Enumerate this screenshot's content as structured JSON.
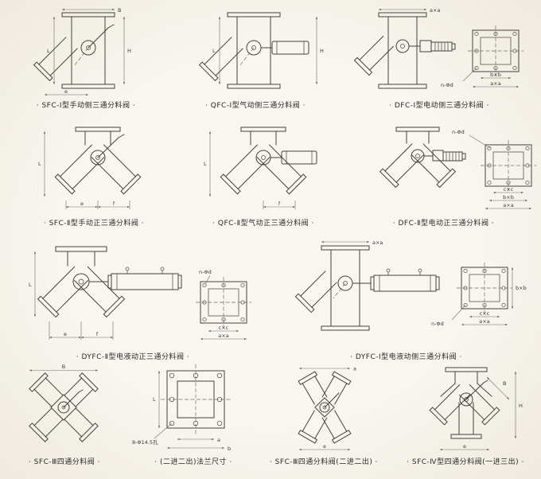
{
  "colors": {
    "paper": "#f6f3ec",
    "ink": "#45423c",
    "dim_lines": "#6f6c66"
  },
  "cells": [
    {
      "caption": "· SFC-Ⅰ型手动侧三通分料阀 ·",
      "dims": {
        "left": "L",
        "right": "H",
        "top": "B",
        "bottom": "e"
      }
    },
    {
      "caption": "· QFC-Ⅰ型气动侧三通分料阀 ·",
      "dims": {
        "left": "L",
        "right": "H"
      }
    },
    {
      "caption": "· DFC-Ⅰ型电动侧三通分料阀 ·",
      "dims": {
        "top": "a×a",
        "inner": "b×b",
        "outer": "a×a",
        "note": "n-Φd"
      }
    },
    {
      "caption": "· SFC-Ⅱ型手动正三通分料阀 ·",
      "dims": {
        "left": "L",
        "e": "e",
        "f": "f"
      }
    },
    {
      "caption": "· QFC-Ⅱ型气动正三通分料阀 ·",
      "dims": {
        "left": "L",
        "f": "f"
      }
    },
    {
      "caption": "· DFC-Ⅱ型电动正三通分料阀 ·",
      "dims": {
        "note": "n-Φd",
        "c": "c×c",
        "b": "b×b",
        "a": "a×a"
      }
    },
    {
      "caption": "· DYFC-Ⅱ型电液动正三通分料阀 ·",
      "dims": {
        "left": "L",
        "e": "e",
        "f": "f",
        "note": "n-Φd",
        "c": "c×c",
        "a": "a×a"
      }
    },
    {
      "caption": "· DYFC-Ⅰ型电液动侧三通分料阀 ·",
      "dims": {
        "top": "a×a",
        "side": "b×b",
        "c": "c×c",
        "a": "a×a",
        "note": "n-Φd"
      }
    },
    {
      "caption": "· SFC-Ⅲ四通分料阀 ·",
      "dims": {
        "B": "B"
      }
    },
    {
      "caption": "· (二进二出)法兰尺寸 ·",
      "dims": {
        "a": "a",
        "b": "b",
        "L": "L",
        "note": "8-Φ14.5孔"
      }
    },
    {
      "caption": "· SFC-Ⅲ四通分料阀(二进二出) ·",
      "dims": {
        "a": "a",
        "e": "e"
      }
    },
    {
      "caption": "· SFC-Ⅳ型四通分料阀(一进三出) ·",
      "dims": {
        "B": "B",
        "H": "H",
        "e": "e"
      }
    }
  ]
}
